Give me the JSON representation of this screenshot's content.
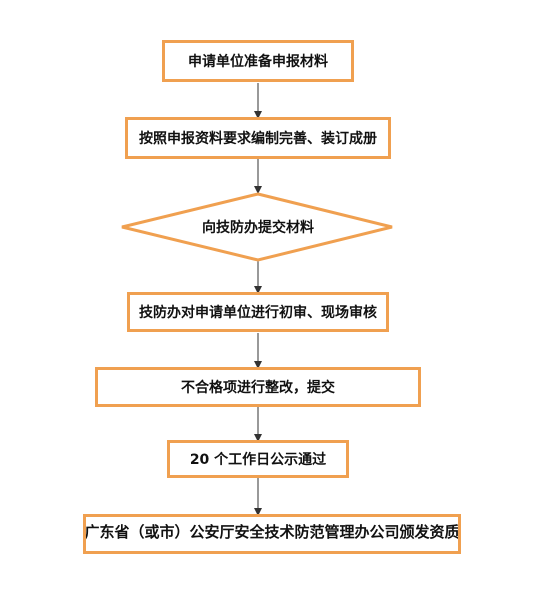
{
  "flowchart": {
    "steps": [
      "申请单位准备申报材料",
      "按照申报资料要求编制完善、装订成册",
      "向技防办提交材料",
      "技防办对申请单位进行初审、现场审核",
      "不合格项进行整改，提交",
      "20 个工作日公示通过",
      "广东省（或市）公安厅安全技术防范管理办公司颁发资质"
    ]
  },
  "colors": {
    "border": "#f0a050",
    "arrow": "#333333"
  }
}
